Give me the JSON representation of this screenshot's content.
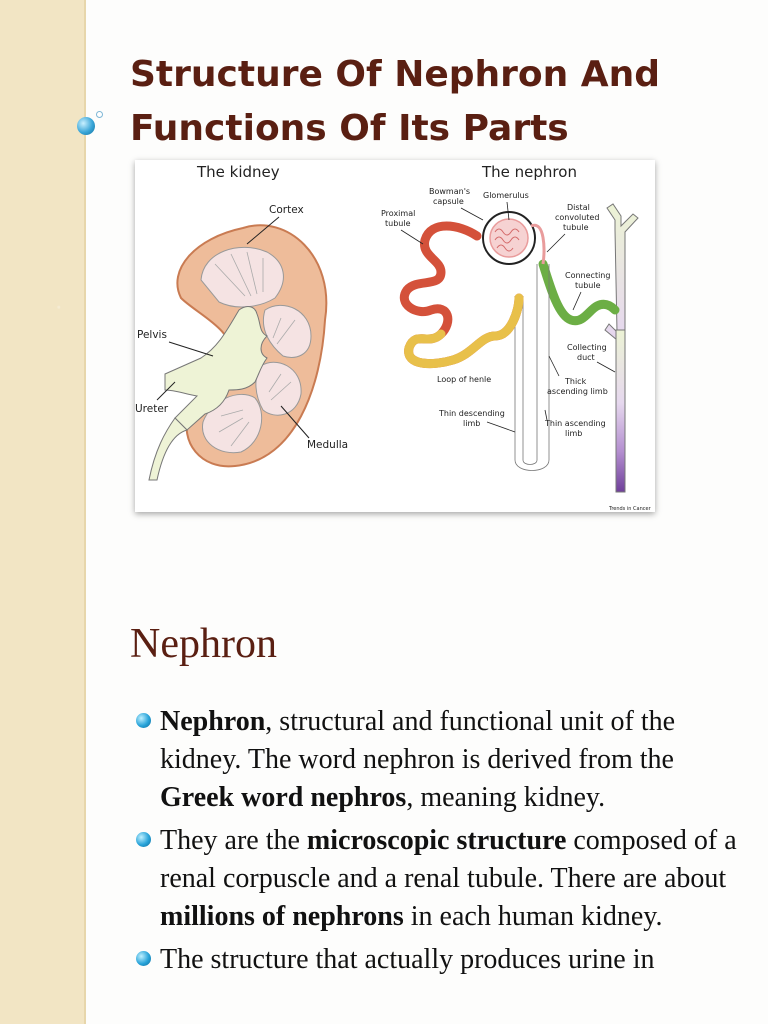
{
  "slide": {
    "title_line1": "Structure Of Nephron And",
    "title_line2": "Functions Of Its Parts",
    "section_heading": "Nephron"
  },
  "figure": {
    "kidney_title": "The kidney",
    "nephron_title": "The nephron",
    "kidney_labels": {
      "cortex": "Cortex",
      "pelvis": "Pelvis",
      "ureter": "Ureter",
      "medulla": "Medulla"
    },
    "nephron_labels": {
      "bowmans_capsule_1": "Bowman's",
      "bowmans_capsule_2": "capsule",
      "glomerulus": "Glomerulus",
      "proximal_1": "Proximal",
      "proximal_2": "tubule",
      "distal_1": "Distal",
      "distal_2": "convoluted",
      "distal_3": "tubule",
      "connecting_1": "Connecting",
      "connecting_2": "tubule",
      "collecting_1": "Collecting",
      "collecting_2": "duct",
      "loop_of_henle": "Loop of henle",
      "thick_asc_1": "Thick",
      "thick_asc_2": "ascending limb",
      "thin_desc_1": "Thin descending",
      "thin_desc_2": "limb",
      "thin_asc_1": "Thin ascending",
      "thin_asc_2": "limb"
    },
    "credit": "Trends in Cancer",
    "colors": {
      "kidney_cortex": "#eebc9a",
      "kidney_outline": "#c97b52",
      "medulla_pyramid": "#f5e3e3",
      "pelvis": "#eef3d6",
      "proximal_tubule": "#d4513a",
      "loop_descending": "#e8c04a",
      "thick_ascending": "#6cae45",
      "collecting_duct": "#6f3f9a",
      "capsule": "#e99c9c"
    }
  },
  "bullets": [
    [
      {
        "t": "Nephron",
        "b": true
      },
      {
        "t": ", structural and functional unit of the kidney. The word nephron is derived from the ",
        "b": false
      },
      {
        "t": "Greek word nephros",
        "b": true
      },
      {
        "t": ", meaning kidney.",
        "b": false
      }
    ],
    [
      {
        "t": "They are the ",
        "b": false
      },
      {
        "t": "microscopic structure",
        "b": true
      },
      {
        "t": " composed of a renal corpuscle and a renal tubule. There are about ",
        "b": false
      },
      {
        "t": "millions of nephrons",
        "b": true
      },
      {
        "t": " in each human kidney.",
        "b": false
      }
    ],
    [
      {
        "t": "The structure that actually produces urine in",
        "b": false
      }
    ]
  ]
}
